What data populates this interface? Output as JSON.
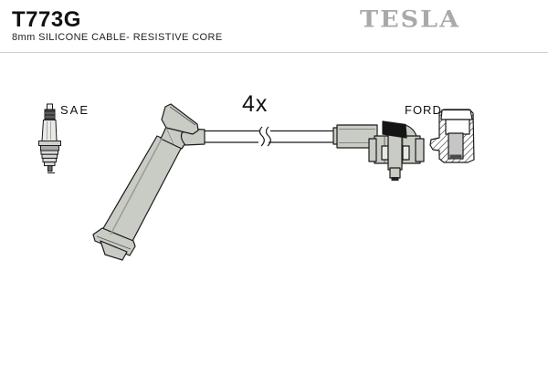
{
  "header": {
    "part_number": "T773G",
    "description": "8mm SILICONE CABLE- RESISTIVE CORE",
    "brand": "TESLA"
  },
  "diagram": {
    "quantity_label": "4x",
    "sae_label": "SAE",
    "ford_label": "FORD",
    "icons": [
      "spark-plug-icon",
      "spark-plug-boot-cable-icon",
      "cable-break-icon",
      "ford-connector-icon",
      "terminal-cap-cross-section-icon"
    ]
  },
  "colors": {
    "background": "#ffffff",
    "outline": "#1a1a1a",
    "part_fill": "#c9ccc4",
    "logo_gray": "#a9a9a9",
    "divider": "#cfcfcf",
    "black_band": "#151515"
  }
}
